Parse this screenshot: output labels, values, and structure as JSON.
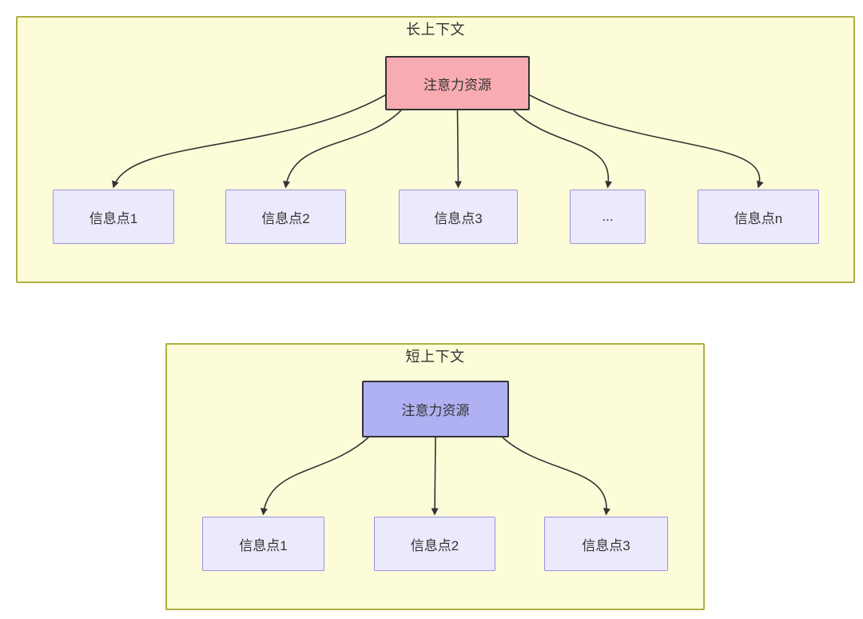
{
  "colors": {
    "page_background": "#ffffff",
    "container_fill": "#fcfcd9",
    "container_border": "#afaf42",
    "long_attention_fill": "#f8abb2",
    "short_attention_fill": "#b0b1f2",
    "attention_border": "#333333",
    "info_fill": "#eaeafc",
    "info_border": "#9d8ee3",
    "text": "#333333",
    "arrow": "#333333"
  },
  "long": {
    "title": "长上下文",
    "attention": {
      "label": "注意力资源"
    },
    "nodes": [
      {
        "label": "信息点1"
      },
      {
        "label": "信息点2"
      },
      {
        "label": "信息点3"
      },
      {
        "label": "..."
      },
      {
        "label": "信息点n"
      }
    ]
  },
  "short": {
    "title": "短上下文",
    "attention": {
      "label": "注意力资源"
    },
    "nodes": [
      {
        "label": "信息点1"
      },
      {
        "label": "信息点2"
      },
      {
        "label": "信息点3"
      }
    ]
  }
}
